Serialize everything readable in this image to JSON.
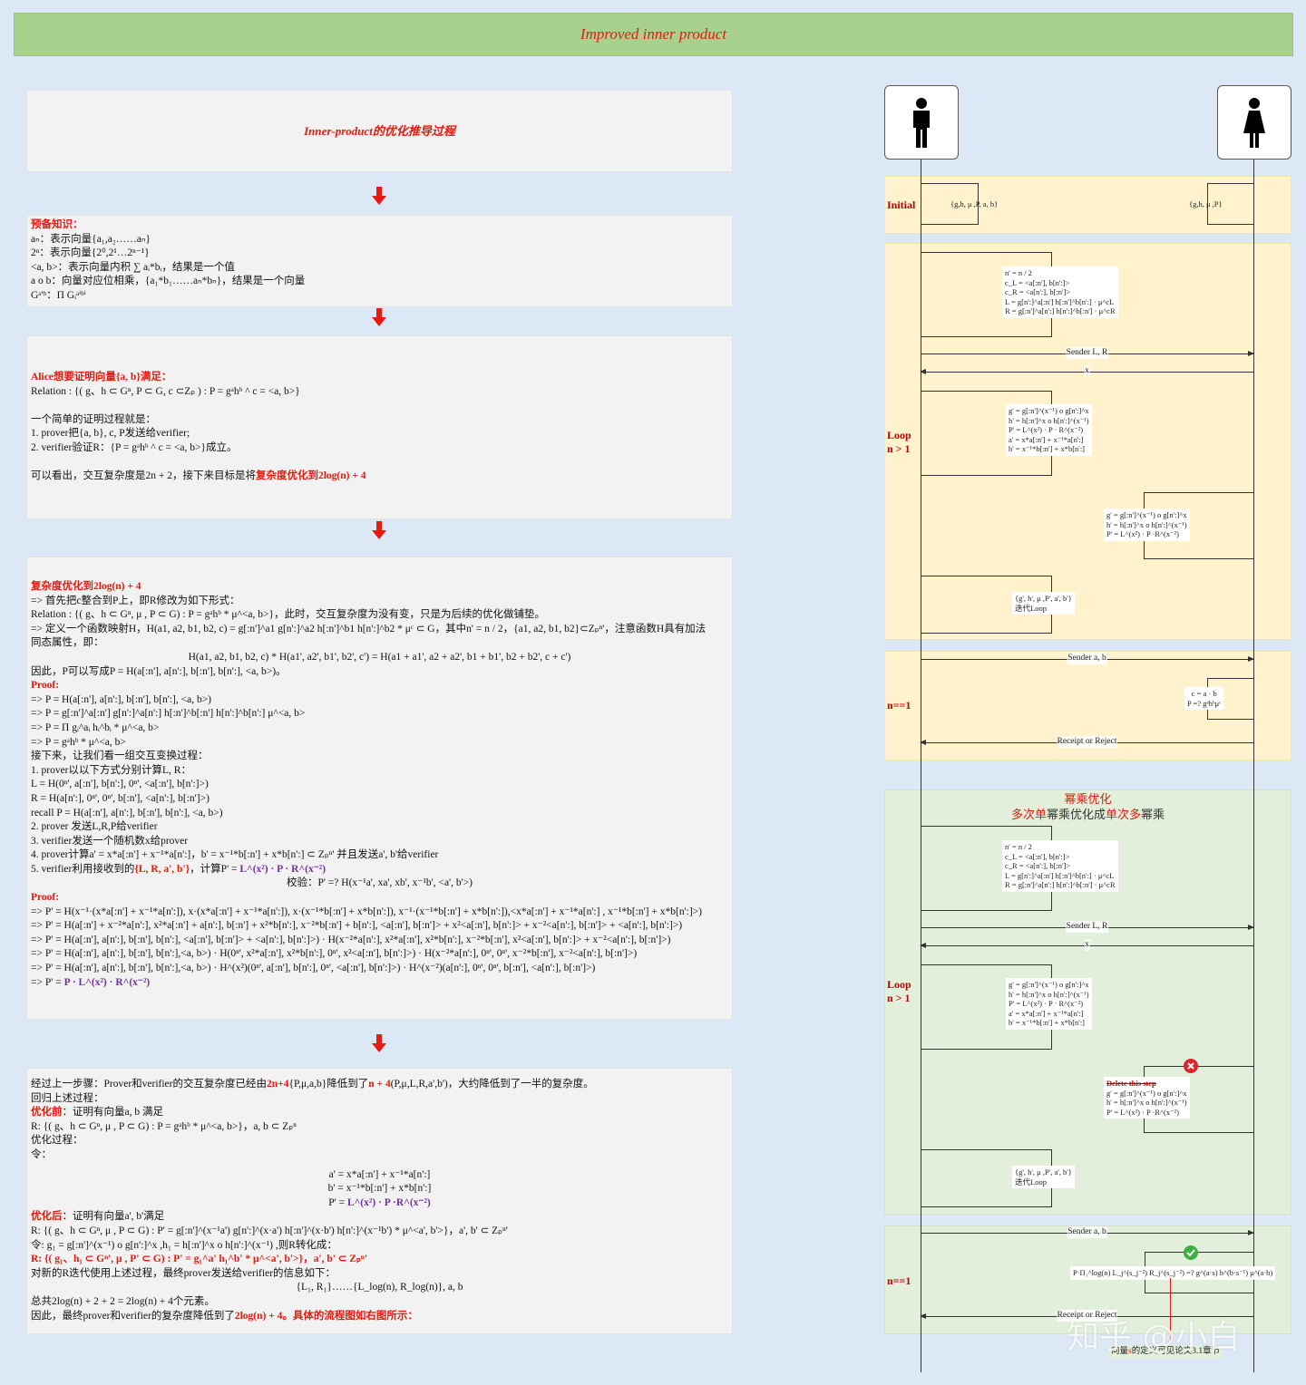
{
  "banner": {
    "title": "Improved inner product"
  },
  "panel1": {
    "title": "Inner-product的优化推导过程"
  },
  "panel2": {
    "heading": "预备知识：",
    "lines": [
      "aₙ：表示向量{a₁,a₂……aₙ}",
      "2ⁿ：表示向量{2⁰,2¹…2ⁿ⁻¹}",
      "<a, b>：表示向量内积 ∑ aᵢ*bᵢ，结果是一个值",
      "a o b：向量对应位相乘，{a₁*b₁……aₙ*bₙ}，结果是一个向量",
      "Gᵃ'ᵇ：Π Gᵢᵃⁱᵇⁱ"
    ]
  },
  "panel3": {
    "heading": "Alice想要证明向量{a, b}满足：",
    "lines": [
      "Relation : {( g、h ⊂ Gⁿ, P ⊂ G, c ⊂Zₚ ) : P = gᵃhᵇ ^ c = <a, b>}",
      "",
      "一个简单的证明过程就是：",
      "1. prover把{a, b}, c, P发送给verifier;",
      "2. verifier验证R：{P = gᵃhᵇ ^ c = <a, b>}成立。",
      ""
    ],
    "last_prefix": "可以看出，交互复杂度是2n + 2，接下来目标是将",
    "last_red": "复杂度优化到2log(n) + 4"
  },
  "panel4": {
    "heading": "复杂度优化到2log(n) + 4",
    "lines1": [
      "=> 首先把c整合到P上，即R修改为如下形式：",
      "Relation : {( g、h ⊂ Gⁿ, μ , P ⊂ G) : P = gᵃhᵇ * μ^<a, b>}，此时，交互复杂度为没有变，只是为后续的优化做铺垫。",
      "=> 定义一个函数映射H，H(a1, a2, b1, b2, c) = g[:n']^a1 g[n':]^a2 h[:n']^b1 h[n':]^b2 * μᶜ ⊂ G，其中n' = n / 2，{a1, a2, b1, b2}⊂Zₚⁿ'，注意函数H具有加法",
      "同态属性，即："
    ],
    "homo": "H(a1, a2, b1, b2, c) * H(a1', a2', b1', b2', c') = H(a1 + a1', a2 + a2', b1 + b1', b2 + b2', c + c')",
    "lines2": [
      "因此，P可以写成P = H(a[:n'], a[n':], b[:n'], b[n':], <a, b>)。"
    ],
    "proof1": "Proof:",
    "proof_lines1": [
      "=>     P = H(a[:n'], a[n':], b[:n'], b[n':], <a, b>)",
      "=>     P = g[:n']^a[:n'] g[n':]^a[n':] h[:n']^b[:n'] h[n':]^b[n':] μ^<a, b>",
      "=>     P = Π gᵢ^aᵢ hᵢ^bᵢ * μ^<a, b>",
      "=>     P = gᵃhᵇ * μ^<a, b>"
    ],
    "lines3": [
      "接下来，让我们看一组交互变换过程：",
      "1. prover以以下方式分别计算L, R：",
      "        L = H(0ⁿ', a[:n'], b[n':], 0ⁿ', <a[:n'], b[n':]>)",
      "        R = H(a[n':], 0ⁿ', 0ⁿ', b[:n'], <a[n':], b[:n']>)",
      "        recall P = H(a[:n'], a[n':], b[:n'], b[n':], <a, b>)",
      "2. prover 发送L,R,P给verifier",
      "3. verifier发送一个随机数x给prover",
      "4. prover计算a' = x*a[:n'] + x⁻¹*a[n':]，b' = x⁻¹*b[:n'] + x*b[n':] ⊂ Zₚⁿ' 并且发送a', b'给verifier"
    ],
    "step5_prefix": "5. verifier利用接收到的",
    "step5_red": "{L, R, a', b'}",
    "step5_mid": "，计算P' = ",
    "step5_purple": "L^(x²) · P · R^(x⁻²)",
    "verify": "校验：P' =? H(x⁻¹a', xa', xb', x⁻¹b', <a', b'>)",
    "proof2": "Proof:",
    "proof_lines2": [
      "=>     P' = H(x⁻¹·(x*a[:n'] + x⁻¹*a[n':]), x·(x*a[:n'] + x⁻¹*a[n':]), x·(x⁻¹*b[:n'] + x*b[n':]), x⁻¹·(x⁻¹*b[:n'] + x*b[n':]),<x*a[:n'] + x⁻¹*a[n':] , x⁻¹*b[:n'] + x*b[n':]>)",
      "=>     P' = H(a[:n'] + x⁻²*a[n':], x²*a[:n'] + a[n':], b[:n'] + x²*b[n':], x⁻²*b[:n'] + b[n':], <a[:n'], b[:n']> + x²<a[:n'], b[n':]> + x⁻²<a[n':], b[:n']> + <a[n':], b[n':]>)",
      "=>     P' = H(a[:n'], a[n':], b[:n'], b[n':], <a[:n'], b[:n']> + <a[n':], b[n':]>) · H(x⁻²*a[n':], x²*a[:n'], x²*b[n':], x⁻²*b[:n'], x²<a[:n'], b[n':]> + x⁻²<a[n':], b[:n']>)",
      "=>     P' = H(a[:n'], a[n':], b[:n'], b[n':],<a, b>) · H(0ⁿ', x²*a[:n'], x²*b[n':], 0ⁿ', x²<a[:n'], b[n':]>) · H(x⁻²*a[n':], 0ⁿ', 0ⁿ', x⁻²*b[:n'], x⁻²<a[n':], b[:n']>)",
      "=>     P' = H(a[:n'], a[n':], b[:n'], b[n':],<a, b>) · H^(x²)(0ⁿ', a[:n'], b[n':], 0ⁿ', <a[:n'], b[n':]>) · H^(x⁻²)(a[n':], 0ⁿ', 0ⁿ', b[:n'], <a[n':], b[:n']>)"
    ],
    "proof_last_prefix": "=>     P' = ",
    "proof_last_purple": "P · L^(x²) · R^(x⁻²)"
  },
  "panel5": {
    "l1_a": "经过上一步骤：Prover和verifier的交互复杂度已经由",
    "l1_b": "2n+4",
    "l1_c": "{P,μ,a,b}降低到了",
    "l1_d": "n + 4",
    "l1_e": "(P,μ,L,R,a',b')，大约降低到了一半的复杂度。",
    "l2": "回归上述过程：",
    "l3_red": "优化前",
    "l3": "：证明有向量a, b 满足",
    "l4": "R: {( g、h ⊂ Gⁿ, μ , P ⊂ G) : P = gᵃhᵇ * μ^<a, b>}，a, b ⊂ Zₚⁿ",
    "l5": "优化过程：",
    "l6": "令：",
    "c1": "a' = x*a[:n'] + x⁻¹*a[n':]",
    "c2": "b' = x⁻¹*b[:n'] + x*b[n':]",
    "c3_prefix": "P' = ",
    "c3_purple": "L^(x²) · P ·R^(x⁻²)",
    "l7_red": "优化后",
    "l7": "：证明有向量a', b'满足",
    "l8": "R: {( g、h ⊂ Gⁿ, μ , P ⊂ G) : P' = g[:n']^(x⁻¹a') g[n':]^(x·a') h[:n']^(x·b') h[n':]^(x⁻¹b') * μ^<a', b'>}，a', b' ⊂ Zₚⁿ'",
    "l9": "令: g₁ = g[:n']^(x⁻¹) o g[n':]^x ,h₁ = h[:n']^x o h[n':]^(x⁻¹) ,则R转化成：",
    "l10_red": "R: {( g₁、h₁ ⊂ Gⁿ', μ , P' ⊂ G) : P' = g₁^a' h₁^b' * μ^<a', b'>}，a', b' ⊂ Zₚⁿ'",
    "l11": "对新的R迭代使用上述过程，最终prover发送给verifier的信息如下：",
    "l12": "{L₁, R₁}……{L_log(n), R_log(n)}, a, b",
    "l13": "总共2log(n) + 2 + 2 = 2log(n) + 4个元素。",
    "l14_a": "因此，最终prover和verifier的复杂度降低到了",
    "l14_b": "2log(n) + 4。具体的流程图如右图所示："
  },
  "seq": {
    "initial_label": "Initial",
    "initial_prover_note": "{g,h, μ ,P, a, b}",
    "initial_verifier_note": "{g,h, μ ,P}",
    "loop1_label": "Loop\nn > 1",
    "loop_note1": [
      "n' = n / 2",
      "c_L = <a[:n'], b[n':]>",
      "c_R = <a[n':], b[:n']>",
      "L = g[n':]^a[:n'] h[:n']^b[n':] · μ^cL",
      "R = g[:n']^a[n':] h[n':]^b[:n'] · μ^cR"
    ],
    "msg_sender_lr": "Sender L, R",
    "msg_x": "x",
    "loop_note2": [
      "g' = g[:n']^(x⁻¹) o g[n':]^x",
      "h' = h[:n']^x o h[n':]^(x⁻¹)",
      "P' = L^(x²) · P · R^(x⁻²)",
      "a' = x*a[:n'] + x⁻¹*a[n':]",
      "b' = x⁻¹*b[:n'] + x*b[n':]"
    ],
    "loop_note3": [
      "g' = g[:n']^(x⁻¹) o g[n':]^x",
      "h' = h[:n']^x o h[n':]^(x⁻¹)",
      "P' = L^(x²) · P ·R^(x⁻²)"
    ],
    "loop_note4": [
      "{g', h', μ ,P', a', b'}",
      "迭代Loop"
    ],
    "msg_sender_ab": "Sender a, b",
    "n1_label": "n==1",
    "n1_note": [
      "c = a · b",
      "P =? gᵃhᵇμᶜ"
    ],
    "msg_receipt": "Receipt or Reject",
    "opt_title1": "幂乘优化",
    "opt_title2_red1": "多次单",
    "opt_title2_mid": "幂乘优化成",
    "opt_title2_red2": "单次多",
    "opt_title2_end": "幂乘",
    "loop2_label": "Loop\nn > 1",
    "delete_note": "Delete this step",
    "n2_label": "n==1",
    "n2_note": "P·Π₁^log(n) L_j^(s_j⁻²) R_j^(s_j⁻²) =? g^(a·s) h^(b·s⁻¹) μ^(a·b)",
    "footnote_a": "向量",
    "footnote_s": "s",
    "footnote_b": "的定义可见论文3.1章节",
    "watermark": "知乎 @小白"
  },
  "colors": {
    "banner_bg": "#a9d18e",
    "red": "#e8190e",
    "purple": "#7030a0",
    "yellow_panel": "#fff2cc",
    "green_panel": "#e2efda",
    "page_bg": "#dce8f5"
  },
  "icons": [
    "down-arrow-icon",
    "male-person-icon",
    "female-person-icon",
    "red-x-icon",
    "green-check-icon"
  ]
}
